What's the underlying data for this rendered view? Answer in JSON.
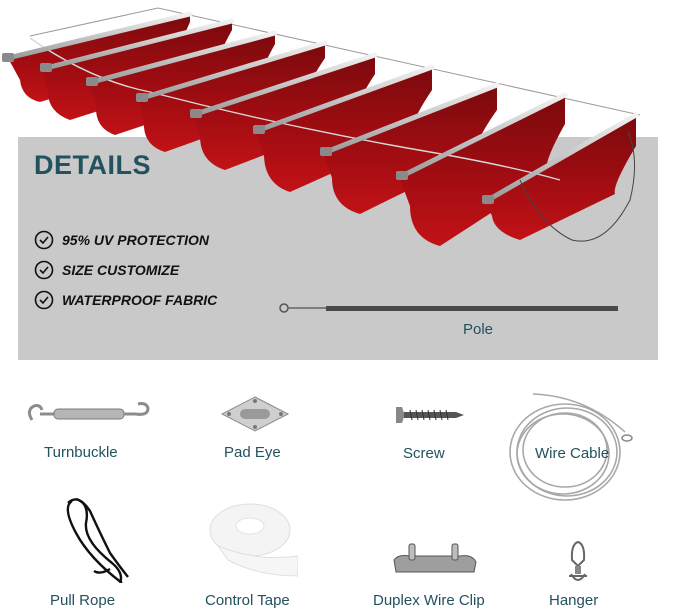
{
  "details": {
    "title": "DETAILS",
    "features": [
      {
        "icon": "check-circle-icon",
        "label": "95% UV PROTECTION"
      },
      {
        "icon": "check-circle-icon",
        "label": "SIZE CUSTOMIZE"
      },
      {
        "icon": "check-circle-icon",
        "label": "WATERPROOF FABRIC"
      }
    ],
    "pole_label": "Pole"
  },
  "colors": {
    "accent_text": "#22525e",
    "panel_bg": "#c9c9c9",
    "fabric": "#a50d12"
  },
  "accessories": [
    {
      "label": "Turnbuckle",
      "icon": "turnbuckle-icon"
    },
    {
      "label": "Pad Eye",
      "icon": "pad-eye-icon"
    },
    {
      "label": "Screw",
      "icon": "screw-icon"
    },
    {
      "label": "Wire Cable",
      "icon": "wire-cable-icon"
    },
    {
      "label": "Pull Rope",
      "icon": "pull-rope-icon"
    },
    {
      "label": "Control Tape",
      "icon": "control-tape-icon"
    },
    {
      "label": "Duplex Wire Clip",
      "icon": "duplex-wire-clip-icon"
    },
    {
      "label": "Hanger",
      "icon": "hanger-icon"
    }
  ]
}
